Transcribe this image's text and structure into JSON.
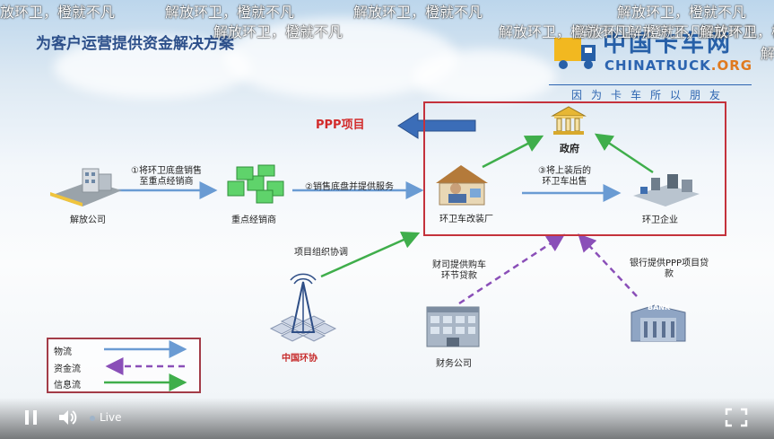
{
  "danmaku": [
    "放环卫，橙就不凡",
    "解放环卫，橙就不凡",
    "解放环卫，橙就不凡",
    "解放环卫，橙就不凡",
    "解放环卫，橙就不凡",
    "解放环卫，橙就不凡",
    "解放环卫，橙就不凡",
    "解放环卫，橙就不凡",
    "解放环卫，橙就",
    "解"
  ],
  "slide": {
    "title": "为客户运营提供资金解决方案",
    "logo": {
      "chinese": "中国卡车网",
      "english_main": "CHINATRUCK",
      "english_suffix": ".ORG",
      "tagline": "因为卡车所以朋友"
    },
    "ppp_label": "PPP项目",
    "nodes": {
      "jiefang": "解放公司",
      "dealer": "重点经销商",
      "modifier": "环卫车改装厂",
      "government": "政府",
      "enterprise": "环卫企业",
      "association": "中国环协",
      "finance": "财务公司"
    },
    "flows": {
      "step1": [
        "①将环卫底盘销售",
        "至重点经销商"
      ],
      "step2": "②销售底盘并提供服务",
      "step3": [
        "③将上装后的",
        "环卫车出售"
      ],
      "coordinate": "项目组织协调",
      "finance_loan": [
        "财司提供购车",
        "环节贷款"
      ],
      "bank_loan": [
        "银行提供PPP项目贷",
        "款"
      ]
    },
    "bank_sign": "BANK",
    "legend": [
      {
        "label": "物流",
        "color": "#6a9bd3",
        "style": "solid"
      },
      {
        "label": "资金流",
        "color": "#8a4fb8",
        "style": "dashed"
      },
      {
        "label": "信息流",
        "color": "#3fae4b",
        "style": "solid"
      }
    ]
  },
  "player": {
    "status": "Live",
    "icons": [
      "pause-icon",
      "volume-icon",
      "fullscreen-icon"
    ]
  }
}
